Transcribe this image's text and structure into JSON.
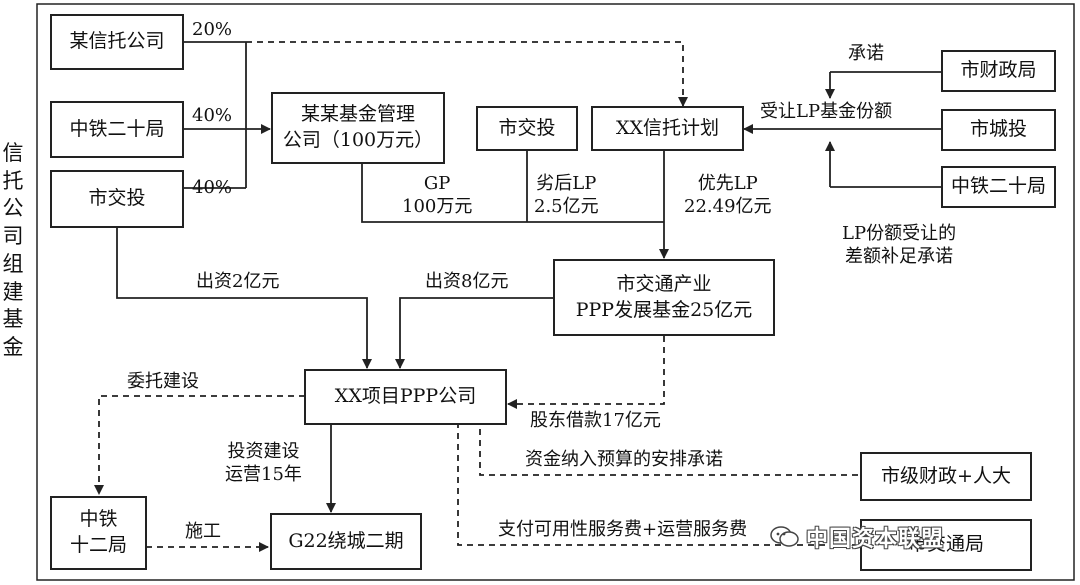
{
  "side_title": "信\n托\n公\n司\n组\n建\n基\n金",
  "nodes": {
    "trust_company": "某信托公司",
    "crcc20_top": "中铁二十局",
    "city_transport_left": "市交投",
    "fund_manager": "某某基金管理\n公司（100万元）",
    "city_transport_mid": "市交投",
    "trust_plan": "XX信托计划",
    "finance_bureau": "市财政局",
    "city_investment": "市城投",
    "crcc20_right": "中铁二十局",
    "ppp_fund": "市交通产业\nPPP发展基金25亿元",
    "project_company": "XX项目PPP公司",
    "crcc12": "中铁\n十二局",
    "g22": "G22绕城二期",
    "city_finance_npc": "市级财政+人大",
    "city_transport_bottom": "市交通局"
  },
  "labels": {
    "pct_20": "20%",
    "pct_40a": "40%",
    "pct_40b": "40%",
    "promise": "承诺",
    "lp_transfer": "受让LP基金份额",
    "gp": "GP\n100万元",
    "junior_lp": "劣后LP\n2.5亿元",
    "senior_lp": "优先LP\n22.49亿元",
    "lp_make_up": "LP份额受让的\n差额补足承诺",
    "invest_2": "出资2亿元",
    "invest_8": "出资8亿元",
    "entrust": "委托建设",
    "shareholder_loan": "股东借款17亿元",
    "invest_build": "投资建设\n运营15年",
    "budget_promise": "资金纳入预算的安排承诺",
    "construction": "施工",
    "availability_fee": "支付可用性服务费+运营服务费"
  },
  "watermark": "中国资本联盟",
  "colors": {
    "line": "#222222",
    "text": "#111111"
  }
}
